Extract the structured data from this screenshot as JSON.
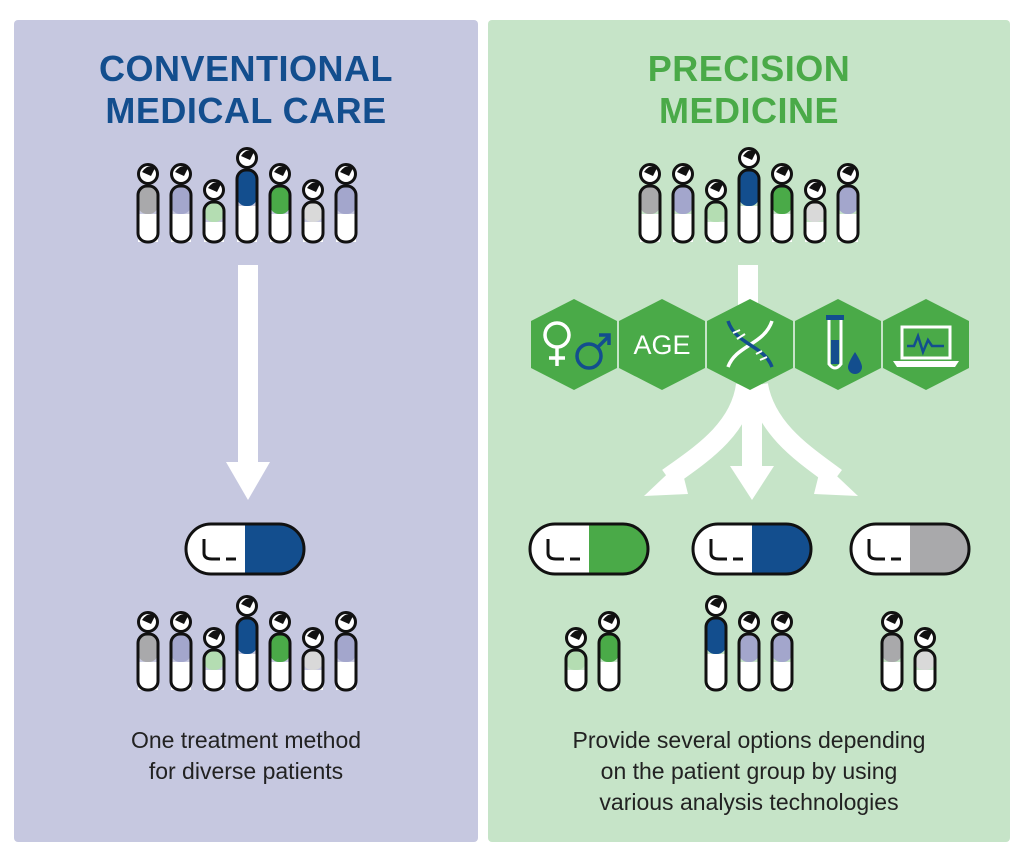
{
  "left": {
    "title_line1": "CONVENTIONAL",
    "title_line2": "MEDICAL CARE",
    "caption_line1": "One treatment method",
    "caption_line2": "for diverse patients"
  },
  "right": {
    "title_line1": "PRECISION",
    "title_line2": "MEDICINE",
    "caption_line1": "Provide several options depending",
    "caption_line2": "on the patient group by using",
    "caption_line3": "various analysis technologies"
  },
  "factors": [
    {
      "icon": "gender-icon"
    },
    {
      "icon": "age-icon",
      "label": "AGE"
    },
    {
      "icon": "dna-icon"
    },
    {
      "icon": "test-tube-blood-icon"
    },
    {
      "icon": "laptop-monitor-icon"
    }
  ],
  "colors": {
    "navy": "#134e8e",
    "green": "#4aaa48",
    "lightgreen": "#b4ddb2",
    "lavender": "#a3a6cc",
    "gray": "#a9a9ab",
    "lightgray": "#d9d9d9",
    "left_panel": "#c6c8e0",
    "right_panel": "#c6e4c8"
  }
}
